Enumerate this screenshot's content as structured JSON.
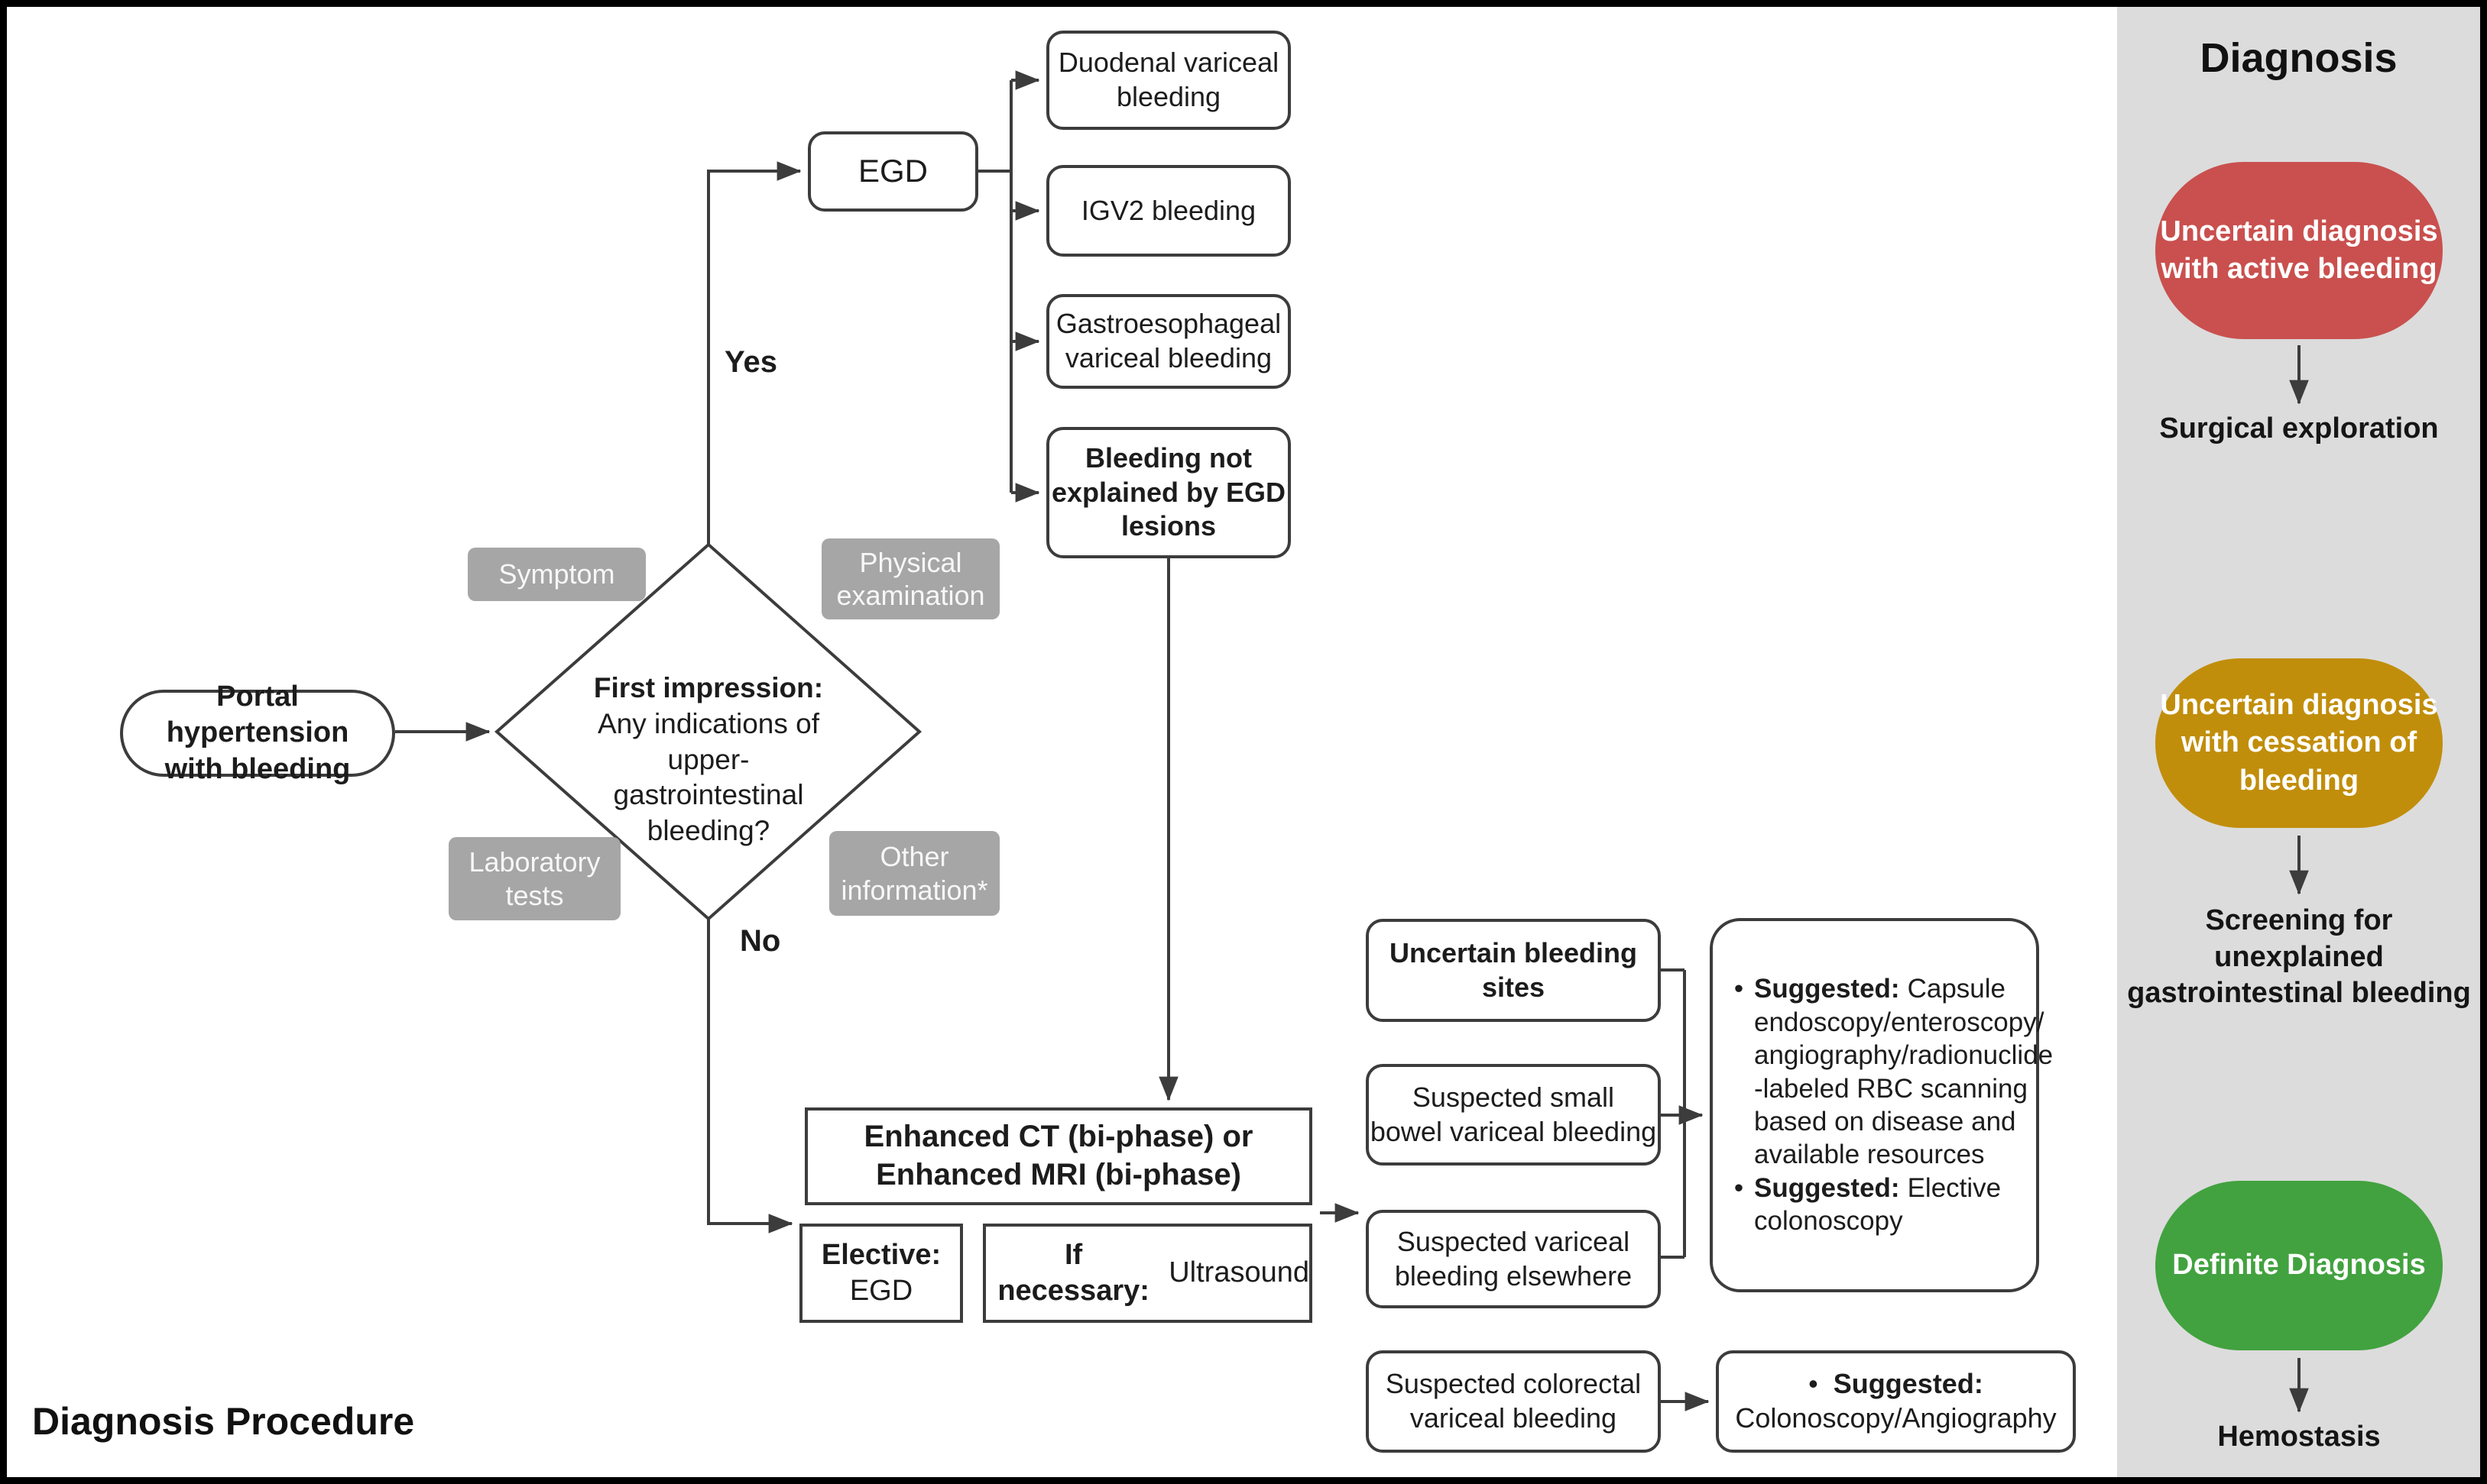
{
  "figure": {
    "caption": "Diagnosis Procedure"
  },
  "colors": {
    "line": "#3c3c3c",
    "chip_bg": "#a6a6a6",
    "panel_bg": "#dcdcdc",
    "red": "#c9504e",
    "gold": "#c18e0b",
    "green": "#42a23f"
  },
  "flow": {
    "start": "Portal hypertension\nwith bleeding",
    "decision_title": "First impression:",
    "decision_question": "Any indications of\nupper-\ngastrointestinal\nbleeding?",
    "chips": {
      "symptom": "Symptom",
      "physical": "Physical\nexamination",
      "laboratory": "Laboratory\ntests",
      "other": "Other\ninformation*"
    },
    "yes": "Yes",
    "no": "No",
    "egd": "EGD",
    "egd_outcomes": [
      {
        "label": "Duodenal variceal\nbleeding"
      },
      {
        "label": "IGV2 bleeding"
      },
      {
        "label": "Gastroesophageal\nvariceal bleeding"
      },
      {
        "label": "Bleeding not\nexplained by EGD\nlesions"
      }
    ],
    "imaging": "Enhanced CT (bi-phase) or\nEnhanced MRI (bi-phase)",
    "elective_prefix": "Elective:",
    "elective_rest": "EGD",
    "if_necessary_prefix": "If necessary:",
    "if_necessary_rest": "Ultrasound",
    "sites": [
      {
        "label": "Uncertain bleeding\nsites"
      },
      {
        "label": "Suspected small\nbowel variceal bleeding"
      },
      {
        "label": "Suspected variceal\nbleeding elsewhere"
      },
      {
        "label": "Suspected colorectal\nvariceal bleeding"
      }
    ],
    "bullet": "•",
    "suggestions": [
      {
        "prefix": "Suggested:",
        "text": "Capsule\nendoscopy/enteroscopy/\nangiography/radionuclide\n-labeled RBC scanning\nbased on disease and\navailable resources"
      },
      {
        "prefix": "Suggested:",
        "text": "Elective\ncolonoscopy"
      }
    ],
    "colorectal_suggestion": {
      "prefix": "Suggested:",
      "text": "Colonoscopy/Angiography"
    }
  },
  "diagnosis_panel": {
    "title": "Diagnosis",
    "items": [
      {
        "label": "Uncertain diagnosis\nwith active bleeding",
        "action": "Surgical exploration",
        "color": "#c9504e"
      },
      {
        "label": "Uncertain diagnosis\nwith cessation of\nbleeding",
        "action": "Screening for unexplained\ngastrointestinal bleeding",
        "color": "#c18e0b"
      },
      {
        "label": "Definite Diagnosis",
        "action": "Hemostasis",
        "color": "#42a23f"
      }
    ]
  }
}
